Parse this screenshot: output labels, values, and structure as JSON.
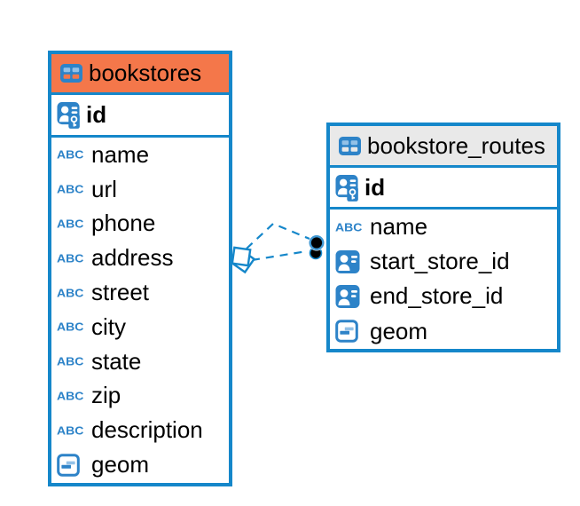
{
  "icons": {
    "text_type_label": "ABC"
  },
  "diagram": {
    "tables": [
      {
        "name": "bookstores",
        "header_color": "#f4774a",
        "primary_key": {
          "name": "id",
          "icon": "person-key-icon"
        },
        "fields": [
          {
            "name": "name",
            "icon": "text-type-icon"
          },
          {
            "name": "url",
            "icon": "text-type-icon"
          },
          {
            "name": "phone",
            "icon": "text-type-icon"
          },
          {
            "name": "address",
            "icon": "text-type-icon"
          },
          {
            "name": "street",
            "icon": "text-type-icon"
          },
          {
            "name": "city",
            "icon": "text-type-icon"
          },
          {
            "name": "state",
            "icon": "text-type-icon"
          },
          {
            "name": "zip",
            "icon": "text-type-icon"
          },
          {
            "name": "description",
            "icon": "text-type-icon"
          },
          {
            "name": "geom",
            "icon": "geometry-type-icon"
          }
        ]
      },
      {
        "name": "bookstore_routes",
        "header_color": "#e9e9e9",
        "primary_key": {
          "name": "id",
          "icon": "person-key-icon"
        },
        "fields": [
          {
            "name": "name",
            "icon": "text-type-icon"
          },
          {
            "name": "start_store_id",
            "icon": "person-ref-icon"
          },
          {
            "name": "end_store_id",
            "icon": "person-ref-icon"
          },
          {
            "name": "geom",
            "icon": "geometry-type-icon"
          }
        ]
      }
    ],
    "relationships": [
      {
        "source_table": "bookstores",
        "target_table": "bookstore_routes",
        "line_style": "dashed"
      },
      {
        "source_table": "bookstores",
        "target_table": "bookstore_routes",
        "line_style": "dashed"
      }
    ],
    "colors": {
      "table_border_blue": "#1587ca",
      "icon_blue": "#2d83c8",
      "bookstores_header_orange": "#f4774a",
      "routes_header_gray": "#e9e9e9",
      "marker_black": "#000000"
    }
  }
}
